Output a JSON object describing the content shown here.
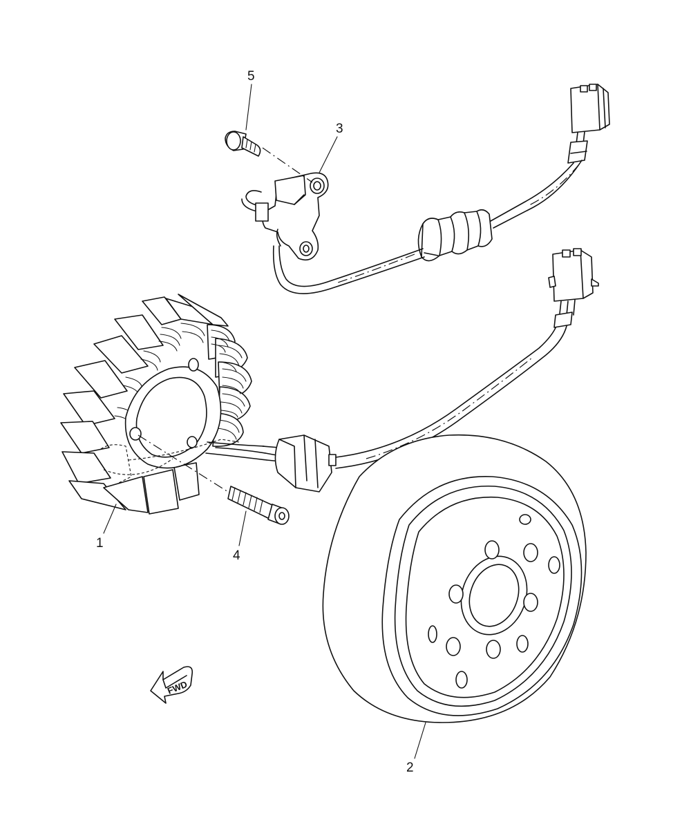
{
  "callouts": [
    {
      "id": "1",
      "text": "1"
    },
    {
      "id": "2",
      "text": "2"
    },
    {
      "id": "3",
      "text": "3"
    },
    {
      "id": "4",
      "text": "4"
    },
    {
      "id": "5",
      "text": "5"
    }
  ],
  "fwd_arrow": {
    "text": "FWD",
    "icon": "fwd-arrow-icon"
  },
  "colors": {
    "line": "#111111",
    "background": "#ffffff"
  }
}
